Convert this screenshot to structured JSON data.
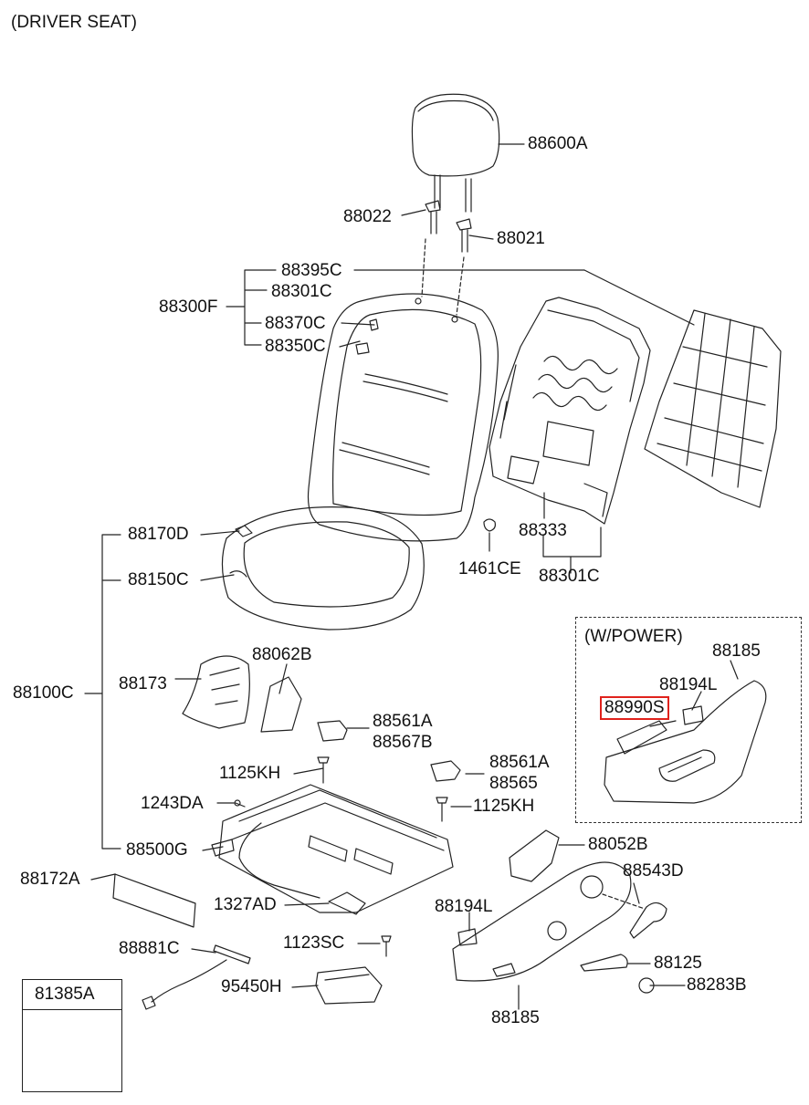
{
  "header": {
    "title": "(DRIVER SEAT)"
  },
  "option_group": {
    "title": "(W/POWER)"
  },
  "inset_box": {
    "title": "81385A"
  },
  "highlight_color": "#e0221c",
  "parts": {
    "p88600A": "88600A",
    "p88022": "88022",
    "p88021": "88021",
    "p88395C": "88395C",
    "p88301C_a": "88301C",
    "p88300F": "88300F",
    "p88370C": "88370C",
    "p88350C": "88350C",
    "p88333": "88333",
    "p1461CE": "1461CE",
    "p88301C_b": "88301C",
    "p88170D": "88170D",
    "p88150C": "88150C",
    "p88100C": "88100C",
    "p88173": "88173",
    "p88062B": "88062B",
    "p88561A_a": "88561A",
    "p88567B": "88567B",
    "p1125KH_a": "1125KH",
    "p88561A_b": "88561A",
    "p88565": "88565",
    "p1243DA": "1243DA",
    "p1125KH_b": "1125KH",
    "p88500G": "88500G",
    "p88052B": "88052B",
    "p88172A": "88172A",
    "p1327AD": "1327AD",
    "p88543D": "88543D",
    "p88194L_b": "88194L",
    "p88881C": "88881C",
    "p1123SC": "1123SC",
    "p88125": "88125",
    "p95450H": "95450H",
    "p88283B": "88283B",
    "p88185_b": "88185",
    "p88185_a": "88185",
    "p88194L_a": "88194L",
    "p88990S": "88990S"
  }
}
